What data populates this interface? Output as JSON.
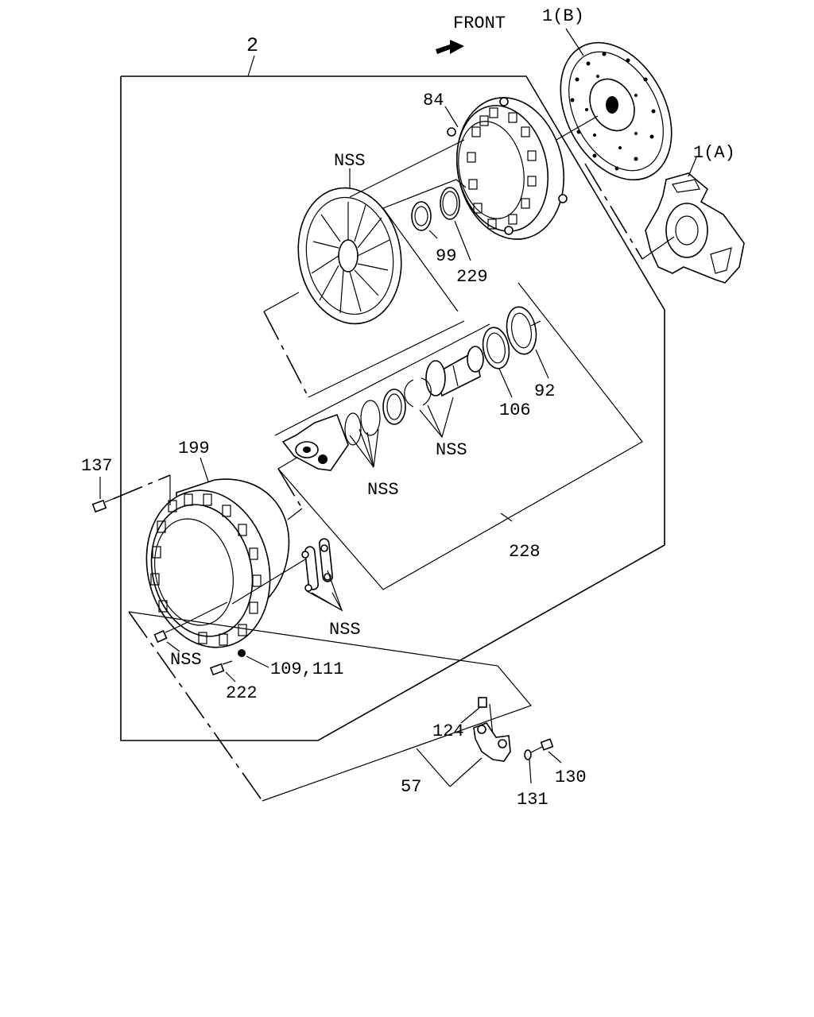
{
  "direction": "FRONT",
  "labels": {
    "l2": "2",
    "l1b": "1(B)",
    "l1a": "1(A)",
    "l84": "84",
    "nss_pressure": "NSS",
    "l99": "99",
    "l229": "229",
    "l92": "92",
    "l106": "106",
    "nss_bearing": "NSS",
    "nss_sleeve": "NSS",
    "l199": "199",
    "l137": "137",
    "l228": "228",
    "nss_links": "NSS",
    "nss_pin": "NSS",
    "l109_111": "109,111",
    "l222": "222",
    "l124": "124",
    "l57": "57",
    "l131": "131",
    "l130": "130"
  }
}
